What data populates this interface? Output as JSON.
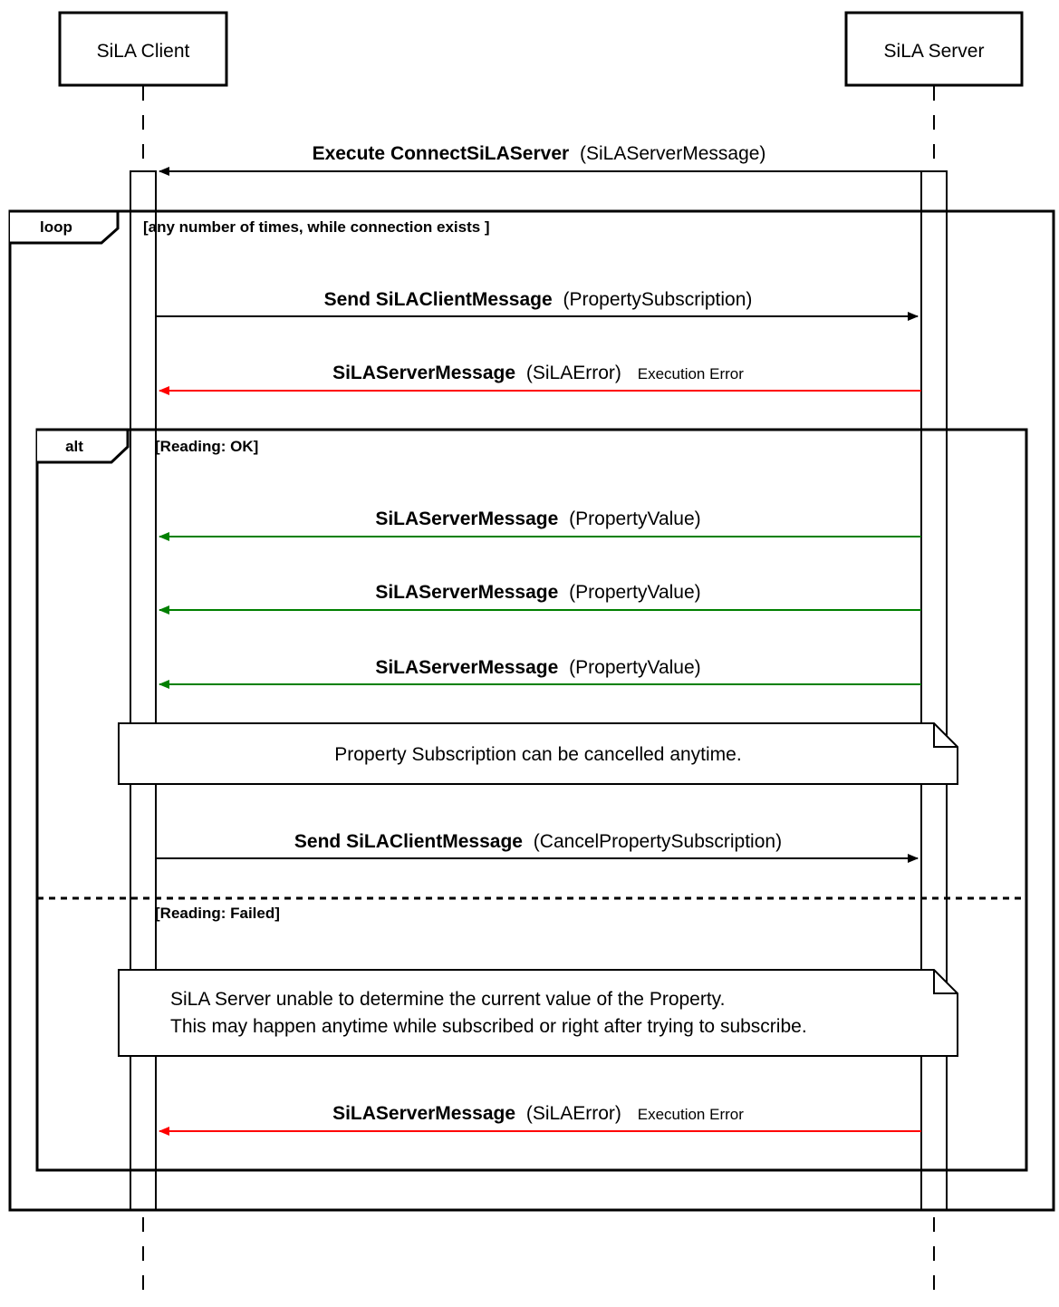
{
  "actors": {
    "client": {
      "label": "SiLA Client"
    },
    "server": {
      "label": "SiLA Server"
    }
  },
  "colors": {
    "error": "#ff0000",
    "success": "#008000",
    "default": "#000000"
  },
  "messages": [
    {
      "id": "connect",
      "bold": "Execute ConnectSiLAServer",
      "normal": "(SiLAServerMessage)",
      "small": "",
      "direction": "to-client",
      "color": "default"
    },
    {
      "id": "subscribe",
      "bold": "Send SiLAClientMessage",
      "normal": "(PropertySubscription)",
      "small": "",
      "direction": "to-server",
      "color": "default"
    },
    {
      "id": "error-1",
      "bold": "SiLAServerMessage",
      "normal": "(SiLAError)",
      "small": "Execution Error",
      "direction": "to-client",
      "color": "error"
    },
    {
      "id": "value-1",
      "bold": "SiLAServerMessage",
      "normal": "(PropertyValue)",
      "small": "",
      "direction": "to-client",
      "color": "success"
    },
    {
      "id": "value-2",
      "bold": "SiLAServerMessage",
      "normal": "(PropertyValue)",
      "small": "",
      "direction": "to-client",
      "color": "success"
    },
    {
      "id": "value-3",
      "bold": "SiLAServerMessage",
      "normal": "(PropertyValue)",
      "small": "",
      "direction": "to-client",
      "color": "success"
    },
    {
      "id": "cancel",
      "bold": "Send SiLAClientMessage",
      "normal": "(CancelPropertySubscription)",
      "small": "",
      "direction": "to-server",
      "color": "default"
    },
    {
      "id": "error-2",
      "bold": "SiLAServerMessage",
      "normal": "(SiLAError)",
      "small": "Execution Error",
      "direction": "to-client",
      "color": "error"
    }
  ],
  "frames": {
    "loop": {
      "tag": "loop",
      "guard": "[any number of times, while connection exists ]"
    },
    "alt": {
      "tag": "alt",
      "guard_ok": "[Reading: OK]",
      "guard_failed": "[Reading: Failed]"
    }
  },
  "notes": {
    "cancel_note": {
      "lines": [
        "Property Subscription can be cancelled anytime."
      ]
    },
    "failed_note": {
      "lines": [
        "SiLA Server unable to determine the current value of the Property.",
        "This may happen anytime while subscribed or right after trying to subscribe."
      ]
    }
  }
}
